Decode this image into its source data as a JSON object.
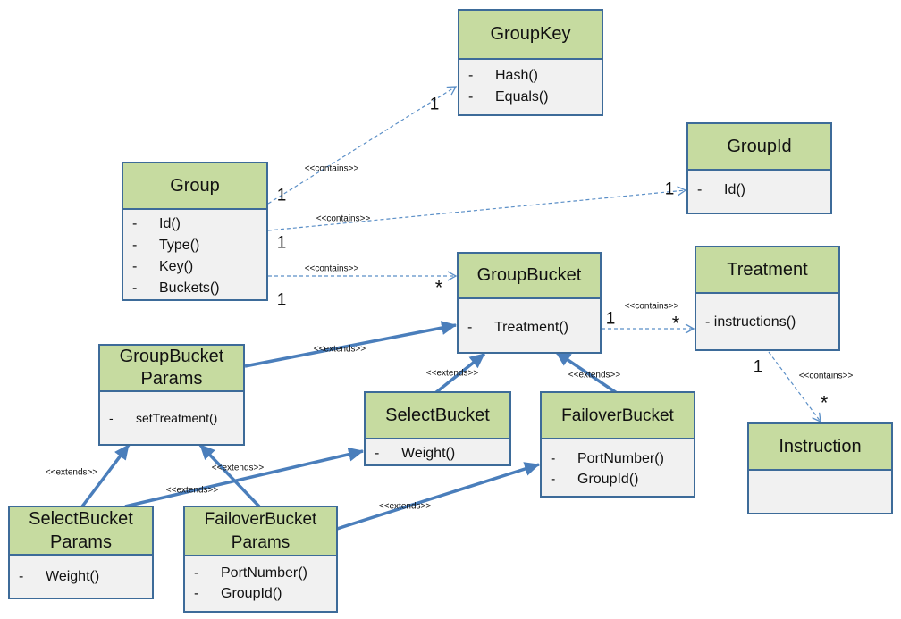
{
  "classes": {
    "group_key": {
      "name": "GroupKey",
      "members": [
        {
          "dash": "-",
          "text": "Hash()"
        },
        {
          "dash": "-",
          "text": "Equals()"
        }
      ]
    },
    "group_id": {
      "name": "GroupId",
      "members": [
        {
          "dash": "-",
          "text": "Id()"
        }
      ]
    },
    "group": {
      "name": "Group",
      "members": [
        {
          "dash": "-",
          "text": "Id()"
        },
        {
          "dash": "-",
          "text": "Type()"
        },
        {
          "dash": "-",
          "text": "Key()"
        },
        {
          "dash": "-",
          "text": "Buckets()"
        }
      ]
    },
    "group_bucket": {
      "name": "GroupBucket",
      "members": [
        {
          "dash": "-",
          "text": "Treatment()"
        }
      ]
    },
    "treatment": {
      "name": "Treatment",
      "members": [
        {
          "dash": "",
          "text": "- instructions()"
        }
      ]
    },
    "group_bucket_params": {
      "name_line1": "GroupBucket",
      "name_line2": "Params",
      "members": [
        {
          "dash": "-",
          "text": "setTreatment()"
        }
      ]
    },
    "select_bucket": {
      "name": "SelectBucket",
      "members": [
        {
          "dash": "-",
          "text": "Weight()"
        }
      ]
    },
    "failover_bucket": {
      "name": "FailoverBucket",
      "members": [
        {
          "dash": "-",
          "text": "PortNumber()"
        },
        {
          "dash": "-",
          "text": "GroupId()"
        }
      ]
    },
    "instruction": {
      "name": "Instruction",
      "members": []
    },
    "select_bucket_params": {
      "name_line1": "SelectBucket",
      "name_line2": "Params",
      "members": [
        {
          "dash": "-",
          "text": "Weight()"
        }
      ]
    },
    "failover_bucket_params": {
      "name_line1": "FailoverBucket",
      "name_line2": "Params",
      "members": [
        {
          "dash": "-",
          "text": "PortNumber()"
        },
        {
          "dash": "-",
          "text": "GroupId()"
        }
      ]
    }
  },
  "relations": {
    "contains_label": "<<contains>>",
    "extends_label": "<<extends>>"
  },
  "multiplicity": {
    "one": "1",
    "many": "*"
  },
  "colors": {
    "border": "#3d6b99",
    "header_fill": "#c6dba0",
    "body_fill": "#f1f1f1",
    "contains_line": "#5b8fc7",
    "extends_line": "#4a7ebb"
  }
}
